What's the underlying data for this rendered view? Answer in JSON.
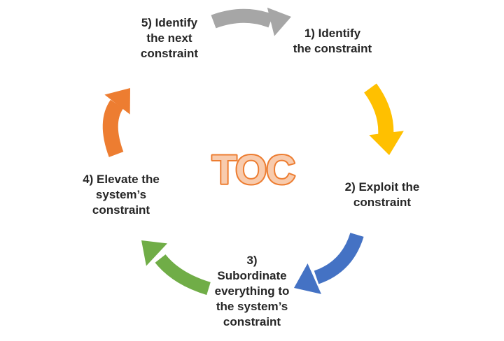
{
  "diagram": {
    "center_label": "TOC",
    "center_fill": "#F8CBAD",
    "center_outline": "#ED7D31",
    "background_color": "#FFFFFF",
    "text_color": "#262626",
    "steps": [
      {
        "label": "1) Identify\nthe constraint"
      },
      {
        "label": "2) Exploit the\nconstraint"
      },
      {
        "label": "3)\nSubordinate\neverything to\nthe system’s\nconstraint"
      },
      {
        "label": "4) Elevate the\nsystem’s\nconstraint"
      },
      {
        "label": "5) Identify\nthe next\nconstraint"
      }
    ],
    "arrows": [
      {
        "name": "arrow-step5-to-step1",
        "color": "#A6A6A6"
      },
      {
        "name": "arrow-step1-to-step2",
        "color": "#FFC000"
      },
      {
        "name": "arrow-step2-to-step3",
        "color": "#4472C4"
      },
      {
        "name": "arrow-step3-to-step4",
        "color": "#70AD47"
      },
      {
        "name": "arrow-step4-to-step5",
        "color": "#ED7D31"
      }
    ]
  }
}
